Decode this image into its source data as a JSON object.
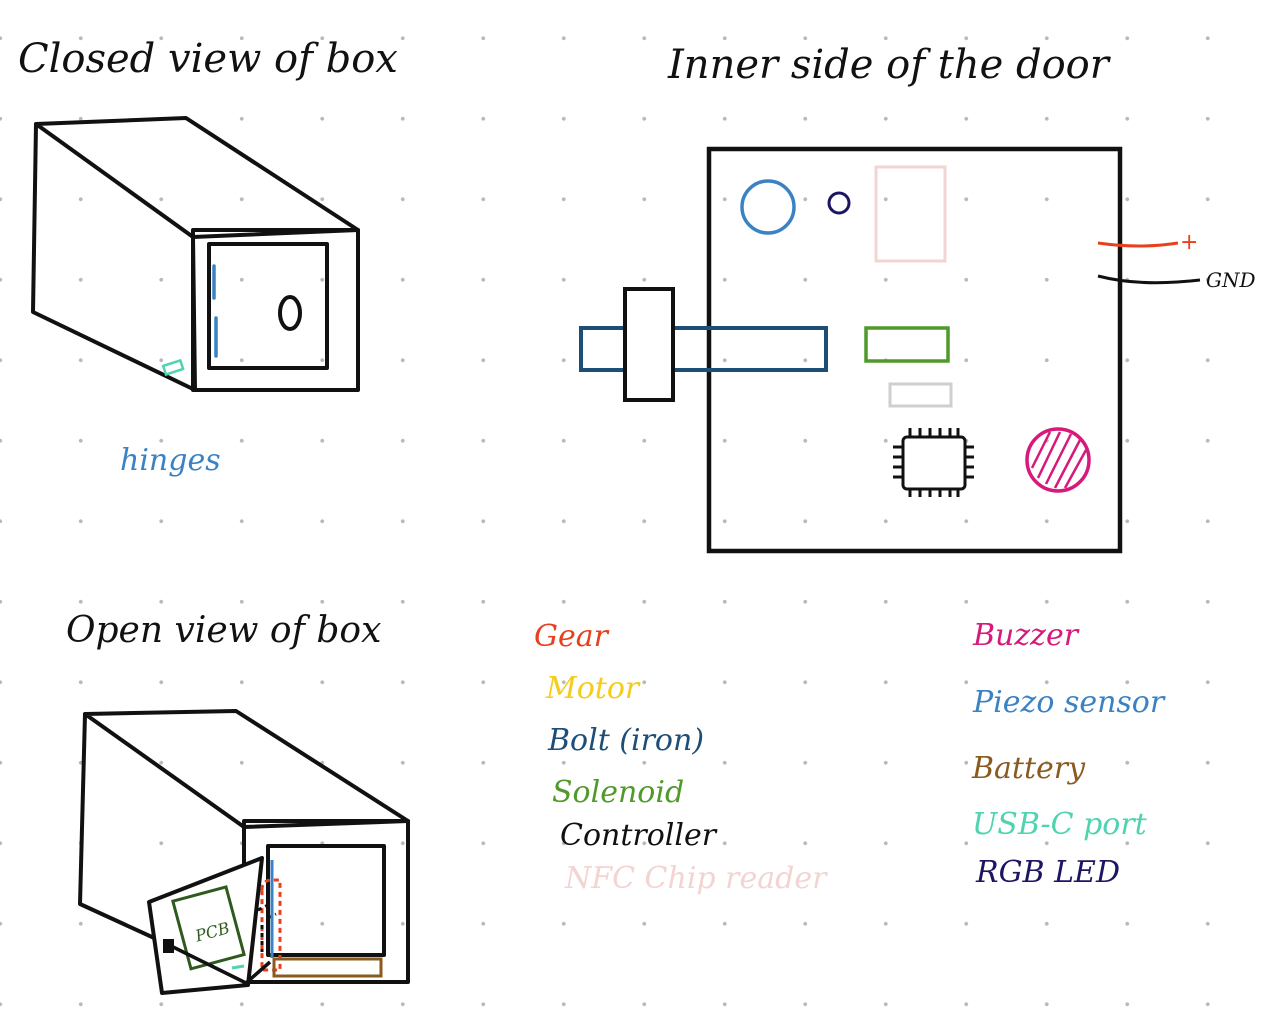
{
  "titles": {
    "closed_view": "Closed view of box",
    "inner_door": "Inner side of the door",
    "open_view": "Open view of box"
  },
  "labels": {
    "hinges": "hinges",
    "plus": "+",
    "gnd": "GND",
    "pcb": "PCB"
  },
  "legend": {
    "left": [
      {
        "label": "Gear",
        "color": "#e8401c"
      },
      {
        "label": "Motor",
        "color": "#f5cc1a"
      },
      {
        "label": "Bolt (iron)",
        "color": "#1d4e78"
      },
      {
        "label": "Solenoid",
        "color": "#4f9a2a"
      },
      {
        "label": "Controller",
        "color": "#111111"
      },
      {
        "label": "NFC Chip reader",
        "color": "#f2d4d2"
      }
    ],
    "right": [
      {
        "label": "Buzzer",
        "color": "#d6197a"
      },
      {
        "label": "Piezo sensor",
        "color": "#3a82c4"
      },
      {
        "label": "Battery",
        "color": "#8a5a1e"
      },
      {
        "label": "USB-C port",
        "color": "#4fd3b0"
      },
      {
        "label": "RGB LED",
        "color": "#1c1563"
      }
    ]
  },
  "colors": {
    "ink": "#111111",
    "gear": "#e8401c",
    "bolt": "#1d4e78",
    "solenoid": "#4f9a2a",
    "nfc": "#f2d4d2",
    "buzzer": "#d6197a",
    "piezo": "#3a82c4",
    "battery": "#8a5a1e",
    "usbc": "#4fd3b0",
    "rgb_led": "#1c1563",
    "pcb": "#2f5a1e"
  }
}
